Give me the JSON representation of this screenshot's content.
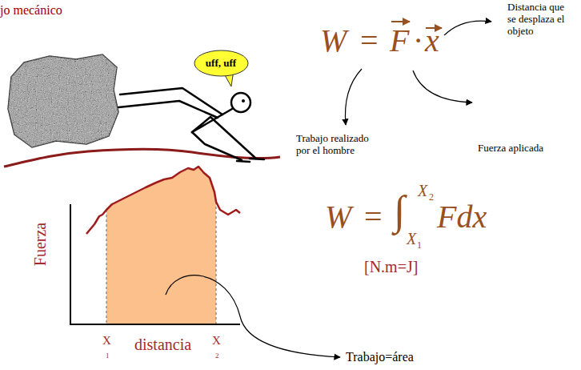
{
  "diagram": {
    "title": "jo mecánico",
    "nodes": [
      {
        "text": [
          "uff, uff"
        ]
      }
    ],
    "labels": [
      "W",
      "=",
      "F",
      "·",
      "x",
      "Distancia que se desplaza el objeto",
      "Trabajo realizado por el hombre",
      "Fuerza aplicada",
      "Fuerza",
      "W",
      "=",
      "∫",
      "X",
      "2",
      "X",
      "1",
      "Fdx",
      "[N.m=J]",
      "X",
      "1",
      "distancia",
      "X",
      "2",
      "Trabajo=área"
    ]
  }
}
